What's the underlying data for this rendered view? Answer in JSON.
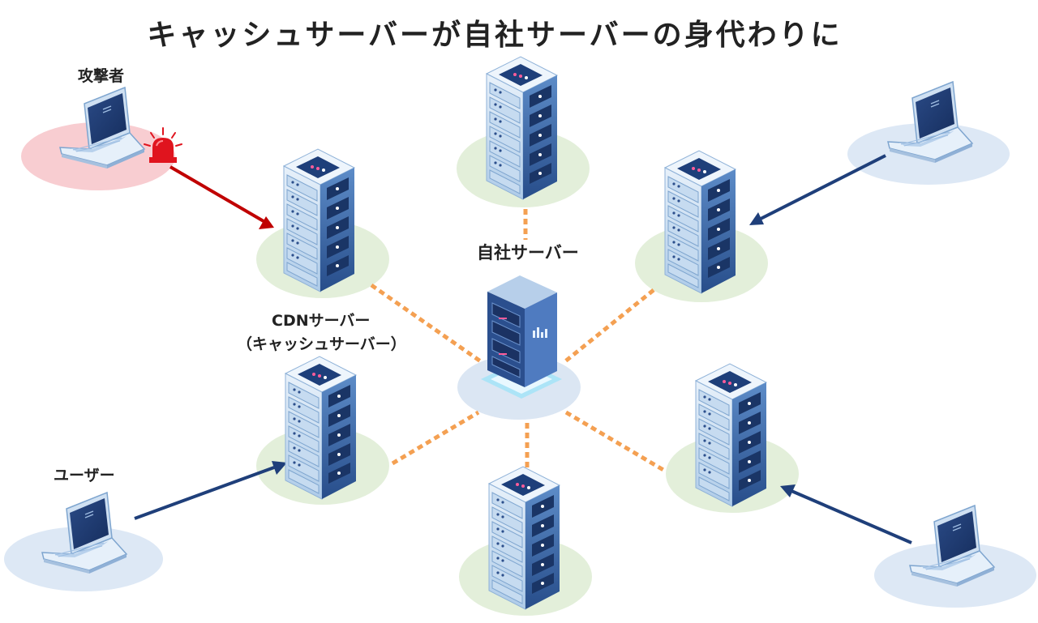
{
  "title": "キャッシュサーバーが自社サーバーの身代わりに",
  "labels": {
    "attacker": "攻撃者",
    "user": "ユーザー",
    "origin_server": "自社サーバー",
    "cdn_server": "CDNサーバー",
    "cache_server": "（キャッシュサーバー）"
  },
  "colors": {
    "attack_arrow": "#c00000",
    "user_arrow": "#1f3f7a",
    "dotted_link": "#f4a052",
    "server_base": "#e3efda",
    "origin_base": "#dbe6f3",
    "attacker_base": "#f8cdd1",
    "user_base": "#dde8f5"
  },
  "icons": [
    "server-rack-icon",
    "origin-server-icon",
    "laptop-icon",
    "alarm-siren-icon"
  ]
}
